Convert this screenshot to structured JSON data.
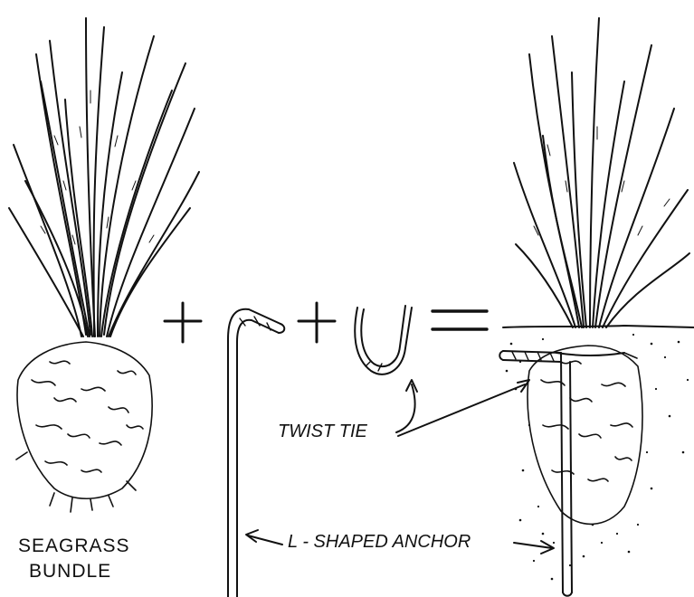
{
  "figure": {
    "labels": {
      "seagrass_bundle_line1": "SEAGRASS",
      "seagrass_bundle_line2": "BUNDLE",
      "twist_tie": "TWIST TIE",
      "l_shaped_anchor": "L - SHAPED ANCHOR"
    },
    "operators": {
      "plus": "+",
      "equals": "="
    },
    "colors": {
      "ink": "#111111",
      "paper": "#ffffff"
    },
    "components": [
      "seagrass-bundle-icon",
      "l-shaped-anchor-icon",
      "twist-tie-icon",
      "planted-bundle-icon"
    ]
  }
}
